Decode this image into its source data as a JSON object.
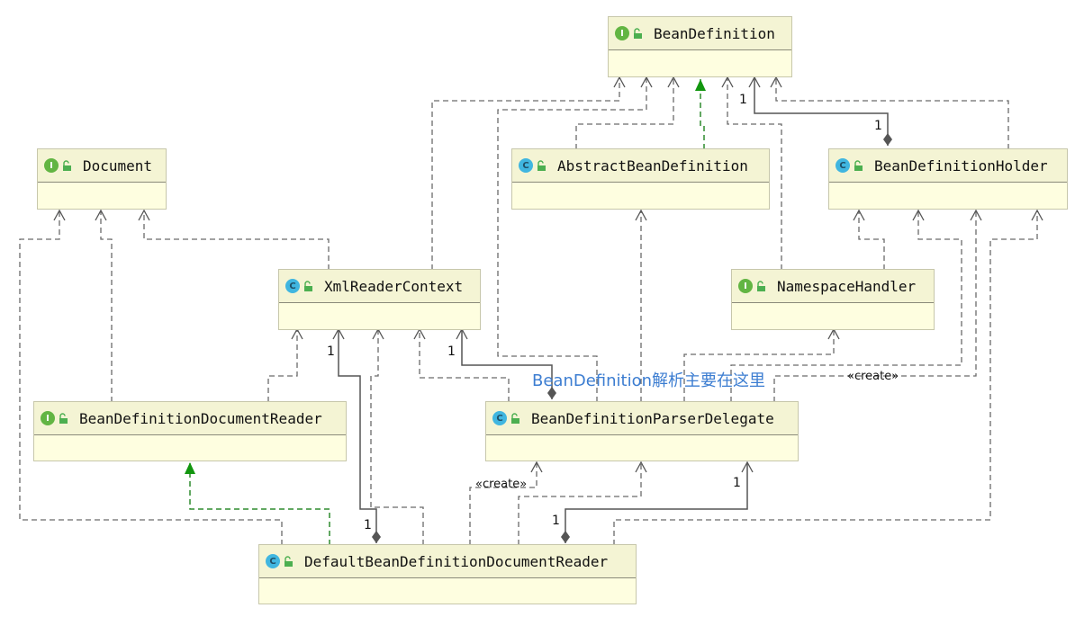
{
  "nodes": {
    "bean_definition": {
      "kind": "I",
      "name": "BeanDefinition"
    },
    "document": {
      "kind": "I",
      "name": "Document"
    },
    "abstract_bean_definition": {
      "kind": "C",
      "name": "AbstractBeanDefinition"
    },
    "bean_definition_holder": {
      "kind": "C",
      "name": "BeanDefinitionHolder"
    },
    "xml_reader_context": {
      "kind": "C",
      "name": "XmlReaderContext"
    },
    "namespace_handler": {
      "kind": "I",
      "name": "NamespaceHandler"
    },
    "bean_definition_document_reader": {
      "kind": "I",
      "name": "BeanDefinitionDocumentReader"
    },
    "bean_definition_parser_delegate": {
      "kind": "C",
      "name": "BeanDefinitionParserDelegate"
    },
    "default_bean_definition_document_reader": {
      "kind": "C",
      "name": "DefaultBeanDefinitionDocumentReader"
    }
  },
  "labels": {
    "m1": "1",
    "m2": "1",
    "m3": "1",
    "m4": "1",
    "m5": "1",
    "m6": "1",
    "m7": "1",
    "create1": "«create»",
    "create2": "«create»"
  },
  "annotation": "BeanDefinition解析主要在这里",
  "colors": {
    "box_fill": "#fefee0",
    "header_fill": "#f4f4d4",
    "dependency_line": "#666666",
    "realization_line": "#2e8b2e",
    "annotation_text": "#3c7dd1",
    "interface_badge": "#62b543",
    "class_badge": "#40b6e0"
  }
}
